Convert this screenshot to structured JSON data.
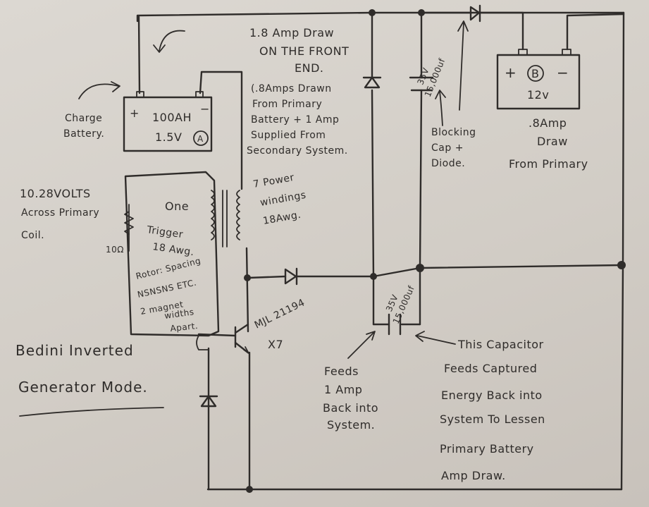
{
  "notes": {
    "front_end_draw": [
      "1.8 Amp Draw",
      "ON THE FRONT",
      "END."
    ],
    "primary_split": [
      "(.8Amps Drawn",
      "From Primary",
      "Battery + 1 Amp",
      "Supplied From",
      "Secondary System."
    ],
    "cap_rating_top": [
      "35V",
      "15,000uf"
    ],
    "blocking": [
      "Blocking",
      "Cap +",
      "Diode."
    ],
    "primary_draw": [
      ".8Amp",
      "Draw",
      "From Primary"
    ],
    "charge_battery": [
      "Charge",
      "Battery."
    ],
    "primary_coil": [
      "10.28VOLTS",
      "Across Primary",
      "Coil."
    ],
    "coil_desc": [
      "One",
      "Trigger",
      "18 Awg.",
      "Rotor: Spacing",
      "NSNSNS ETC.",
      "2 magnet",
      "widths",
      "Apart."
    ],
    "power_windings": [
      "7 Power",
      "windings",
      "18Awg."
    ],
    "transistor": [
      "MJL 21194",
      "X7"
    ],
    "cap_rating_bottom": [
      "35V",
      "15,000uf"
    ],
    "feeds_back": [
      "Feeds",
      "1 Amp",
      "Back into",
      "System."
    ],
    "capacitor_desc": [
      "This Capacitor",
      "Feeds Captured",
      "Energy Back into",
      "System To Lessen",
      "Primary Battery",
      "Amp Draw."
    ],
    "title": [
      "Bedini Inverted",
      "Generator Mode."
    ]
  },
  "battery_a": {
    "plus": "+",
    "minus": "−",
    "capacity": "100AH",
    "voltage": "1.5V",
    "label": "A"
  },
  "battery_b": {
    "plus": "+",
    "minus": "−",
    "label": "B",
    "voltage": "12v"
  },
  "resistor_label": "10Ω",
  "colors": {
    "ink": "#2f2c2a",
    "paper": "#d6d1ca"
  }
}
